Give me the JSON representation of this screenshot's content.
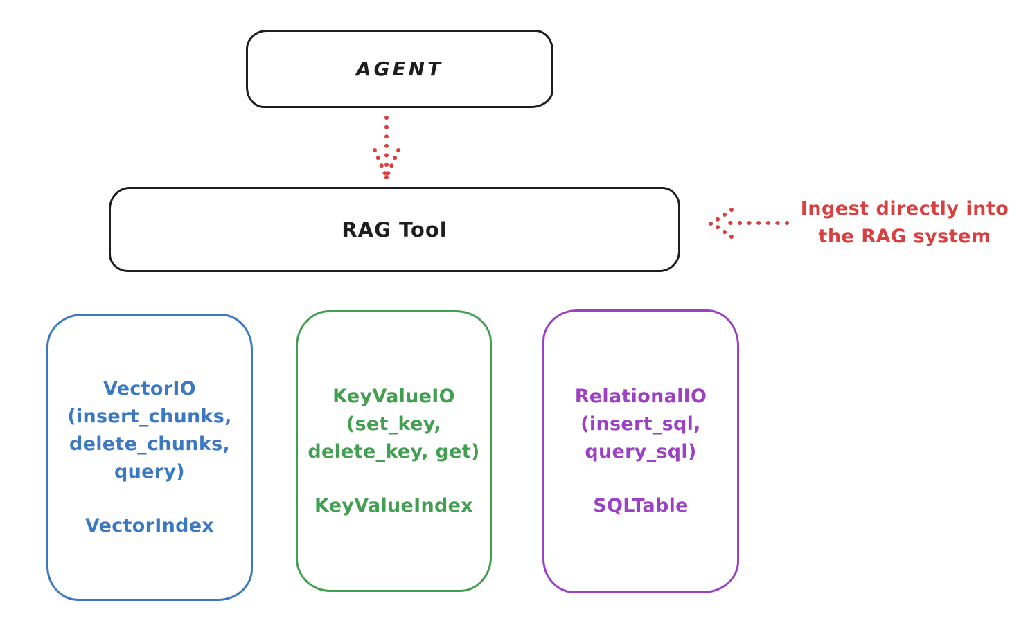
{
  "agent_node": {
    "label": "AGENT"
  },
  "rag_tool_node": {
    "label": "RAG Tool"
  },
  "annotation": {
    "lines": [
      "Ingest directly into",
      "the RAG system"
    ],
    "color": "#e03131"
  },
  "arrows": [
    {
      "name": "agent-to-rag-tool",
      "style": "dotted",
      "direction": "down",
      "color": "#e03131"
    },
    {
      "name": "annotation-to-rag-tool",
      "style": "dotted",
      "direction": "left",
      "color": "#e03131"
    }
  ],
  "io_nodes": [
    {
      "id": "vector-io",
      "lines": [
        "VectorIO",
        "(insert_chunks,",
        "delete_chunks,",
        "query)"
      ],
      "index_label": "VectorIndex",
      "color": "#3b78c2"
    },
    {
      "id": "keyvalue-io",
      "lines": [
        "KeyValueIO",
        "(set_key,",
        "delete_key, get)"
      ],
      "index_label": "KeyValueIndex",
      "color": "#429e51"
    },
    {
      "id": "relational-io",
      "lines": [
        "RelationalIO",
        "(insert_sql,",
        "query_sql)"
      ],
      "index_label": "SQLTable",
      "color": "#9c41c4"
    }
  ]
}
